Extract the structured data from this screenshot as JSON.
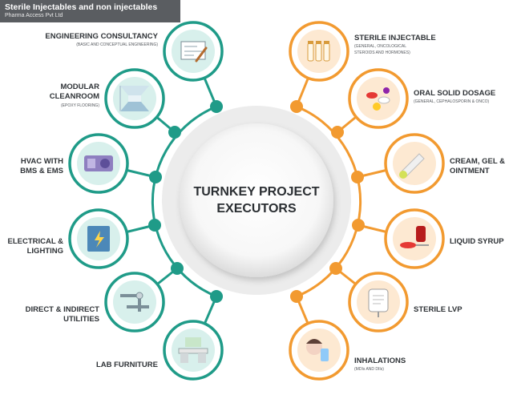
{
  "header": {
    "title": "Sterile Injectables and non injectables",
    "company": "Pharma Access Pvt Ltd"
  },
  "center": {
    "line1": "TURNKEY PROJECT",
    "line2": "EXECUTORS"
  },
  "colors": {
    "teal": "#1f9b88",
    "orange": "#f29a30",
    "ring": "#eeeeee",
    "title_bar": "#5a5d61"
  },
  "left_items": [
    {
      "lines": [
        "ENGINEERING CONSULTANCY"
      ],
      "sub": [
        "(BASIC AND CONCEPTUAL ENGINEERING)"
      ],
      "icon": "engineering-drawing-icon"
    },
    {
      "lines": [
        "MODULAR",
        "CLEANROOM"
      ],
      "sub": [
        "(EPOXY FLOORING)"
      ],
      "icon": "cleanroom-corridor-icon"
    },
    {
      "lines": [
        "HVAC WITH",
        "BMS & EMS"
      ],
      "sub": [],
      "icon": "hvac-duct-icon"
    },
    {
      "lines": [
        "ELECTRICAL &",
        "LIGHTING"
      ],
      "sub": [],
      "icon": "electrical-panel-icon"
    },
    {
      "lines": [
        "DIRECT & INDIRECT",
        "UTILITIES"
      ],
      "sub": [],
      "icon": "utilities-piping-icon"
    },
    {
      "lines": [
        "LAB FURNITURE"
      ],
      "sub": [],
      "icon": "lab-furniture-icon"
    }
  ],
  "right_items": [
    {
      "lines": [
        "STERILE INJECTABLE"
      ],
      "sub": [
        "(GENERAL, ONCOLOGICAL",
        "STEROIDS AND HORMONES)"
      ],
      "icon": "vials-icon"
    },
    {
      "lines": [
        "ORAL SOLID DOSAGE"
      ],
      "sub": [
        "(GENERAL, CEPHALOSPORIN & ONCO)"
      ],
      "icon": "pills-icon"
    },
    {
      "lines": [
        "CREAM, GEL &",
        "OINTMENT"
      ],
      "sub": [],
      "icon": "ointment-tube-icon"
    },
    {
      "lines": [
        "LIQUID SYRUP"
      ],
      "sub": [],
      "icon": "syrup-spoon-icon"
    },
    {
      "lines": [
        "STERILE LVP"
      ],
      "sub": [],
      "icon": "iv-bag-icon"
    },
    {
      "lines": [
        "INHALATIONS"
      ],
      "sub": [
        "(MDIs AND DIIs)"
      ],
      "icon": "inhaler-icon"
    }
  ]
}
